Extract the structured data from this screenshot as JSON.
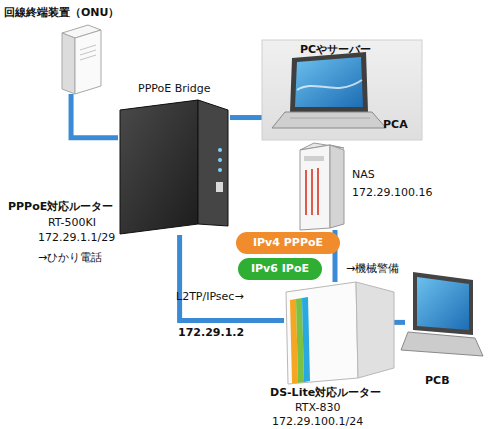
{
  "diagram": {
    "nodes": [
      {
        "text": [
          "回線終端装置（ONU）"
        ]
      },
      {
        "text": [
          "PPPoE対応ルーター",
          "RT-500KI",
          "172.29.1.1/29",
          "→ひかり電話"
        ]
      },
      {
        "text": [
          "PCやサーバー",
          "PCA"
        ]
      },
      {
        "text": [
          "NAS",
          "172.29.100.16"
        ]
      },
      {
        "text": [
          "IPv4 PPPoE"
        ]
      },
      {
        "text": [
          "IPv6 IPoE"
        ]
      },
      {
        "text": [
          "DS-Lite対応ルーター",
          "RTX-830",
          "172.29.100.1/24"
        ]
      },
      {
        "text": [
          "PCB"
        ]
      }
    ],
    "edges": [
      {
        "from": 0,
        "to": 1,
        "arrow": "none"
      },
      {
        "from": 1,
        "to": 2,
        "label": "PPPoE Bridge",
        "arrow": "none"
      },
      {
        "from": 1,
        "to": 6,
        "label": "L2TP/IPsec→",
        "arrow": "none"
      },
      {
        "from": 3,
        "to": 6,
        "arrow": "none"
      },
      {
        "from": 6,
        "to": 7,
        "arrow": "none"
      }
    ],
    "labels": [
      "172.29.1.2",
      "→機械警備"
    ]
  }
}
